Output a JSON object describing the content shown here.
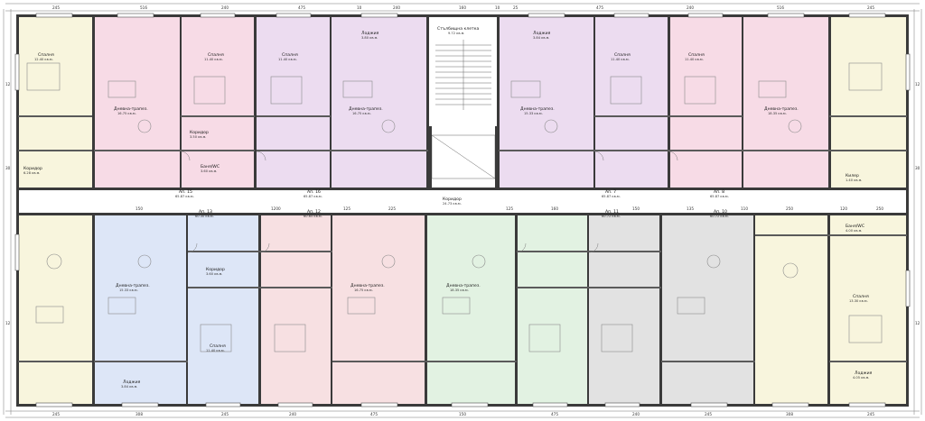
{
  "colors": {
    "pink": "#f7dbe6",
    "mauve": "#ecdcf0",
    "yellow": "#f8f5dd",
    "blue": "#dde6f7",
    "rose": "#f7e0e2",
    "green": "#e2f2e2",
    "grey": "#e2e2e2",
    "corridor": "#ffffff"
  },
  "corridor": {
    "label": "Коридор",
    "area": "24.73 кв.м."
  },
  "stair": {
    "label": "Стълбищна клетка",
    "area": "9.72 кв.м."
  },
  "apartments": [
    {
      "label": "Ап. 15",
      "area": "65.87 кв.м."
    },
    {
      "label": "Ап. 16",
      "area": "65.87 кв.м."
    },
    {
      "label": "Ап. 7",
      "area": "65.87 кв.м."
    },
    {
      "label": "Ап. 8",
      "area": "65.87 кв.м."
    },
    {
      "label": "Ап. 13",
      "area": "60.30 кв.м."
    },
    {
      "label": "Ап. 12",
      "area": "60.65 кв.м."
    },
    {
      "label": "Ап. 11",
      "area": "60.72 кв.м."
    },
    {
      "label": "Ап. 10",
      "area": "60.72 кв.м."
    }
  ],
  "rooms": [
    {
      "name": "Спалня",
      "area": "12.40 кв.м."
    },
    {
      "name": "Дневна-трапез.",
      "area": "16.75 кв.м."
    },
    {
      "name": "Спалня",
      "area": "11.40 кв.м."
    },
    {
      "name": "Дневна-трапез.",
      "area": "16.75 кв.м."
    },
    {
      "name": "Коридор",
      "area": "3.50 кв.м."
    },
    {
      "name": "Баня/WC",
      "area": "3.60 кв.м."
    },
    {
      "name": "Коридор",
      "area": "6.28 кв.м."
    },
    {
      "name": "Спалня",
      "area": "11.40 кв.м."
    },
    {
      "name": "Лоджия",
      "area": "3.80 кв.м."
    },
    {
      "name": "Дневна-трапез.",
      "area": "15.33 кв.м."
    },
    {
      "name": "Спалня",
      "area": "11.40 кв.м."
    },
    {
      "name": "Лоджия",
      "area": "3.84 кв.м."
    },
    {
      "name": "Дневна-трапез.",
      "area": "18.35 кв.м."
    },
    {
      "name": "Спалня",
      "area": "11.40 кв.м."
    },
    {
      "name": "Дневна-трапез.",
      "area": "15.33 кв.м."
    },
    {
      "name": "Спалня",
      "area": "11.40 кв.м."
    },
    {
      "name": "Лоджия",
      "area": "3.84 кв.м."
    },
    {
      "name": "Дневна-трапез.",
      "area": "16.75 кв.м."
    },
    {
      "name": "Дневна-трапез.",
      "area": "18.35 кв.м."
    },
    {
      "name": "Спалня",
      "area": "13.30 кв.м."
    },
    {
      "name": "Лоджия",
      "area": "4.05 кв.м."
    },
    {
      "name": "Баня/WC",
      "area": "4.00 кв.м."
    },
    {
      "name": "Килер",
      "area": "1.40 кв.м."
    },
    {
      "name": "Коридор",
      "area": "3.60 кв.м."
    }
  ],
  "dimensions": {
    "top": [
      "245",
      "516",
      "240",
      "475",
      "10",
      "240",
      "160",
      "10",
      "25",
      "475",
      "240",
      "516",
      "245"
    ],
    "mid": [
      "1200",
      "150",
      "125",
      "225",
      "125",
      "160",
      "150",
      "135",
      "110",
      "250",
      "120",
      "250"
    ],
    "left": [
      "12",
      "30",
      "12"
    ],
    "right": [
      "12",
      "30",
      "12"
    ],
    "bottom": [
      "245",
      "308",
      "245",
      "240",
      "475",
      "150",
      "475",
      "240",
      "245",
      "308",
      "245"
    ]
  }
}
